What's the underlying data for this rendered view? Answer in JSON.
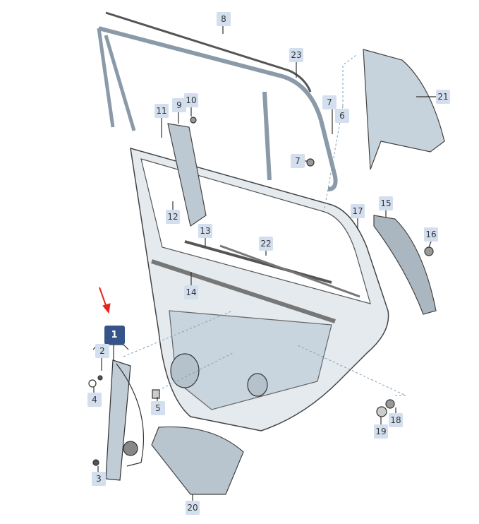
{
  "diagram": {
    "highlight_color": "#34548a",
    "label_color": "#d3dfee",
    "arrow_color": "#e8241c",
    "callouts": [
      {
        "id": "c8",
        "text": "8"
      },
      {
        "id": "c23",
        "text": "23"
      },
      {
        "id": "c21",
        "text": "21"
      },
      {
        "id": "c7a",
        "text": "7"
      },
      {
        "id": "c6",
        "text": "6"
      },
      {
        "id": "c11",
        "text": "11"
      },
      {
        "id": "c9",
        "text": "9"
      },
      {
        "id": "c10",
        "text": "10"
      },
      {
        "id": "c7b",
        "text": "7"
      },
      {
        "id": "c12",
        "text": "12"
      },
      {
        "id": "c13",
        "text": "13"
      },
      {
        "id": "c17",
        "text": "17"
      },
      {
        "id": "c15",
        "text": "15"
      },
      {
        "id": "c16",
        "text": "16"
      },
      {
        "id": "c22",
        "text": "22"
      },
      {
        "id": "c14",
        "text": "14"
      },
      {
        "id": "c1",
        "text": "1",
        "selected": true
      },
      {
        "id": "c2",
        "text": "2"
      },
      {
        "id": "c4",
        "text": "4"
      },
      {
        "id": "c5",
        "text": "5"
      },
      {
        "id": "c3",
        "text": "3"
      },
      {
        "id": "c19",
        "text": "19"
      },
      {
        "id": "c18",
        "text": "18"
      },
      {
        "id": "c20",
        "text": "20"
      }
    ]
  }
}
